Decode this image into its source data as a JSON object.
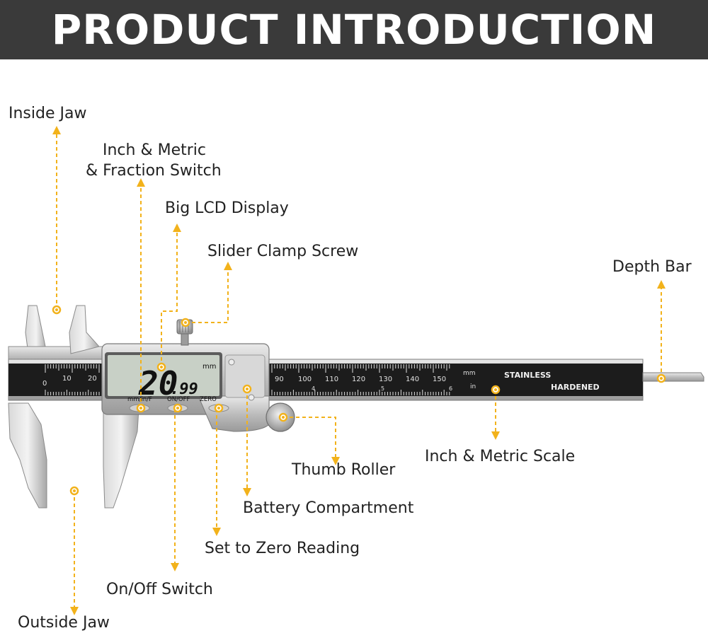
{
  "header": {
    "title": "PRODUCT INTRODUCTION"
  },
  "colors": {
    "header_bg": "#3a3a3a",
    "accent": "#f2b21b",
    "body": "#c9c9c9",
    "scale": "#1c1c1c",
    "lcd": "#c8d0c6"
  },
  "callouts": {
    "inside_jaw": "Inside Jaw",
    "switch_line1": "Inch & Metric",
    "switch_line2": "& Fraction Switch",
    "lcd_display": "Big LCD Display",
    "clamp_screw": "Slider Clamp Screw",
    "depth_bar": "Depth Bar",
    "scale": "Inch & Metric Scale",
    "thumb_roller": "Thumb Roller",
    "battery": "Battery Compartment",
    "zero_reading": "Set to Zero Reading",
    "on_off": "On/Off Switch",
    "outside_jaw": "Outside Jaw"
  },
  "caliper": {
    "lcd_reading_main": "20",
    "lcd_reading_dec": ".99",
    "lcd_unit": "mm",
    "buttons": [
      "mm/in/F",
      "ON/OFF",
      "ZERO"
    ],
    "unit_mm": "mm",
    "unit_in": "in",
    "stamp_line1": "STAINLESS",
    "stamp_line2": "HARDENED",
    "left_numbers": [
      "0",
      "10",
      "20"
    ],
    "right_numbers": [
      "90",
      "100",
      "110",
      "120",
      "130",
      "140",
      "150"
    ],
    "inch_numbers": [
      "4",
      "5",
      "6"
    ]
  },
  "icons": {
    "marker": "dot-marker-icon",
    "arrow": "arrow-head-icon"
  }
}
